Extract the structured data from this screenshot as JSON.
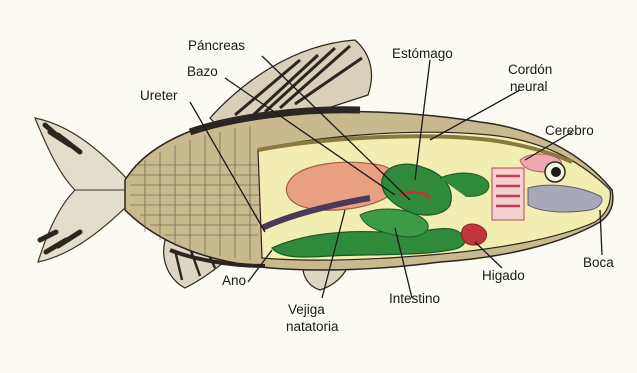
{
  "labels": {
    "pancreas": "Páncreas",
    "estomago": "Estómago",
    "cordon_1": "Cordón",
    "cordon_2": "neural",
    "bazo": "Bazo",
    "ureter": "Ureter",
    "cerebro": "Cerebro",
    "ano": "Ano",
    "vejiga_1": "Vejiga",
    "vejiga_2": "natatoria",
    "intestino": "Intestino",
    "higado": "Higado",
    "boca": "Boca"
  },
  "colors": {
    "background": "#fbfaf3",
    "body_cavity": "#f2edb0",
    "scales": "#c9b98e",
    "dark_stripes": "#3a342a",
    "fin": "#ded8c6",
    "intestine": "#2f8a3c",
    "swim_bladder": "#e8a080",
    "liver": "#c0363a",
    "brain_pink": "#f0a8b0",
    "mouth_grey": "#a8a8b8"
  }
}
